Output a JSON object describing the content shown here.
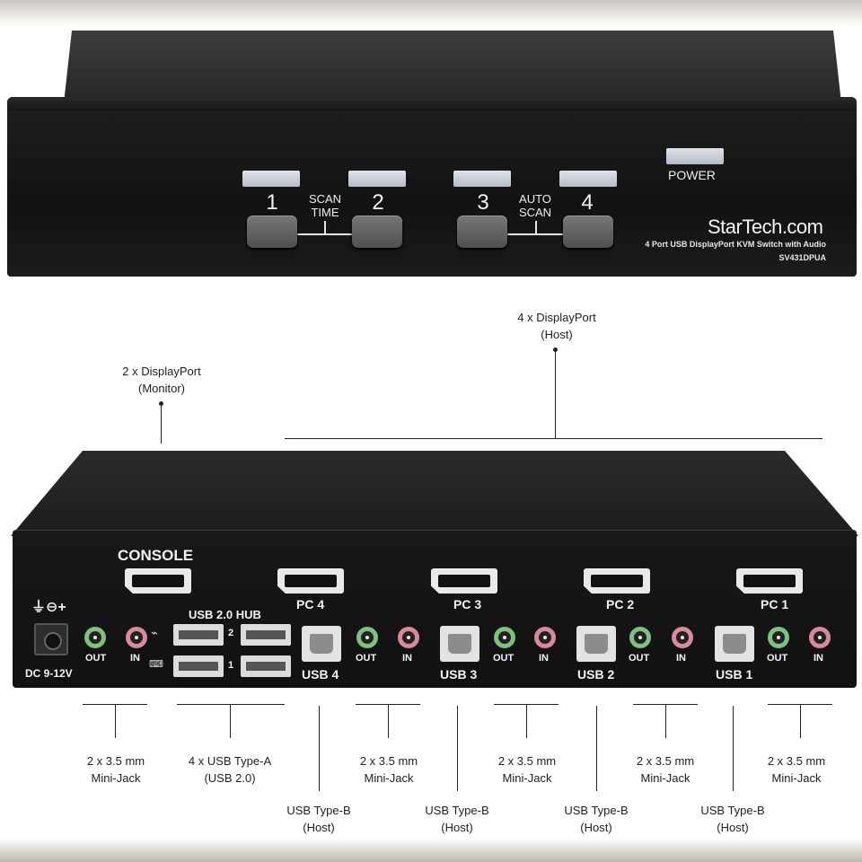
{
  "front": {
    "port_numbers": [
      "1",
      "2",
      "3",
      "4"
    ],
    "scan_time": [
      "SCAN",
      "TIME"
    ],
    "auto_scan": [
      "AUTO",
      "SCAN"
    ],
    "power": "POWER",
    "brand": "StarTech.com",
    "product": "4 Port USB DisplayPort KVM Switch with Audio",
    "model": "SV431DPUA"
  },
  "rear": {
    "console": "CONSOLE",
    "usb_hub": "USB 2.0 HUB",
    "hub_ports": [
      "2",
      "1"
    ],
    "dc": "DC 9-12V",
    "pc_labels": [
      "PC 4",
      "PC 3",
      "PC 2",
      "PC 1"
    ],
    "usb_labels": [
      "USB 4",
      "USB 3",
      "USB 2",
      "USB 1"
    ],
    "out": "OUT",
    "in": "IN"
  },
  "annotations": {
    "dp_host": [
      "4 x DisplayPort",
      "(Host)"
    ],
    "dp_monitor": [
      "2 x DisplayPort",
      "(Monitor)"
    ],
    "mini_jack": [
      "2 x 3.5 mm",
      "Mini-Jack"
    ],
    "usb_a": [
      "4 x USB Type-A",
      "(USB 2.0)"
    ],
    "usb_b": [
      "USB Type-B",
      "(Host)"
    ]
  },
  "colors": {
    "chassis": "#151515",
    "led": "#cfd3db",
    "button": "#5e5e5e",
    "audio_out": "#7fbf7f",
    "audio_in": "#d88a99"
  }
}
